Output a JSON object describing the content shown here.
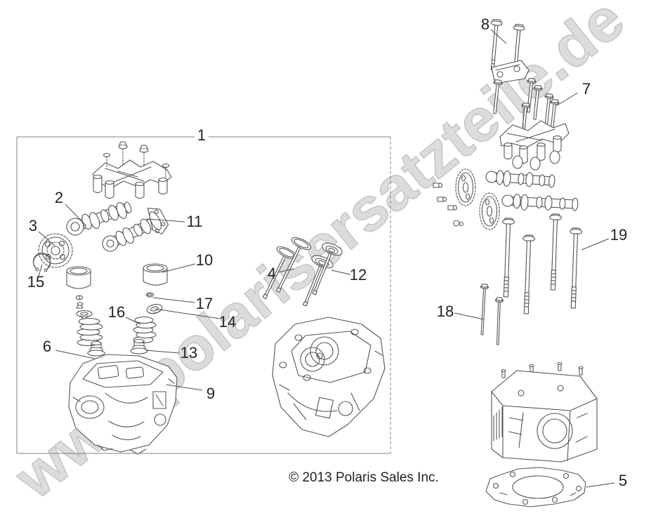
{
  "watermark": "www.polarisersatzteile.de",
  "copyright": "© 2013 Polaris Sales Inc.",
  "callouts": [
    "1",
    "2",
    "3",
    "4",
    "5",
    "6",
    "7",
    "8",
    "9",
    "10",
    "11",
    "12",
    "13",
    "14",
    "15",
    "16",
    "17",
    "18",
    "19"
  ]
}
